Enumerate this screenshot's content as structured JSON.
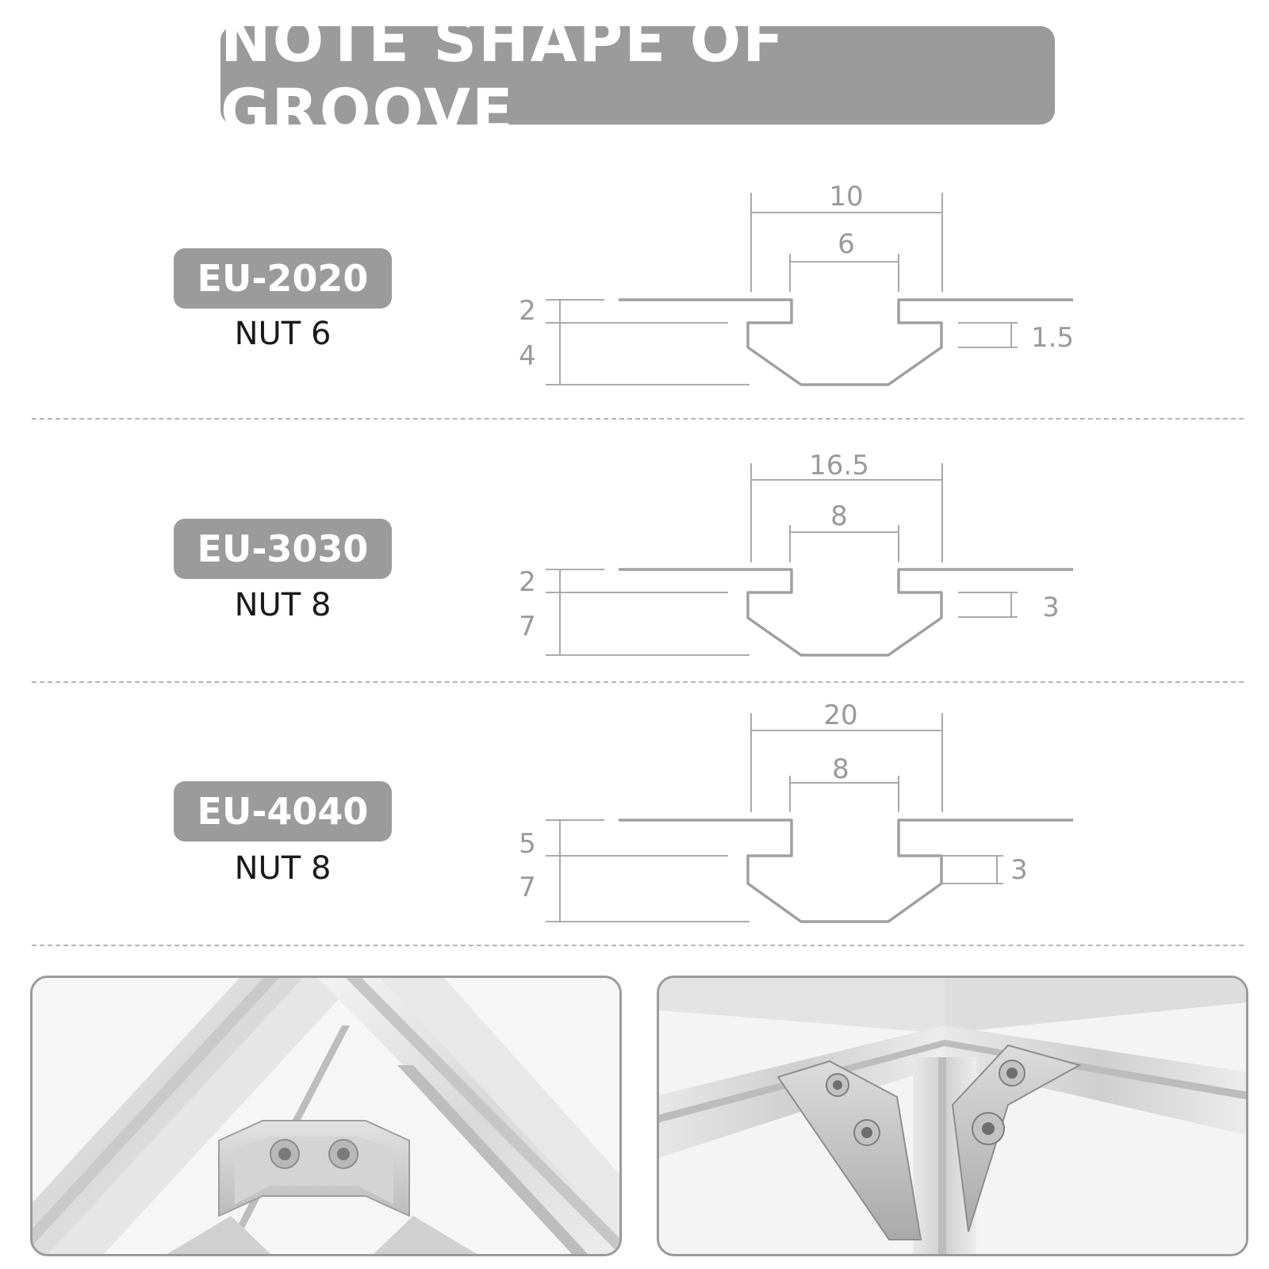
{
  "title": "NOTE SHAPE OF GROOVE",
  "profiles": [
    {
      "name": "EU-2020",
      "nut": "NUT 6",
      "outer_width": "10",
      "inner_width": "6",
      "top_depth": "2",
      "bottom_depth": "4",
      "side_height": "1.5"
    },
    {
      "name": "EU-3030",
      "nut": "NUT 8",
      "outer_width": "16.5",
      "inner_width": "8",
      "top_depth": "2",
      "bottom_depth": "7",
      "side_height": "3"
    },
    {
      "name": "EU-4040",
      "nut": "NUT 8",
      "outer_width": "20",
      "inner_width": "8",
      "top_depth": "5",
      "bottom_depth": "7",
      "side_height": "3"
    }
  ],
  "colors": {
    "banner": "#9b9b9b",
    "line": "#9a9a9a",
    "profile": "#a0a0a0",
    "divider": "#b5b5b5"
  },
  "icons": [
    "corner-bracket-photo",
    "three-way-bracket-photo"
  ]
}
